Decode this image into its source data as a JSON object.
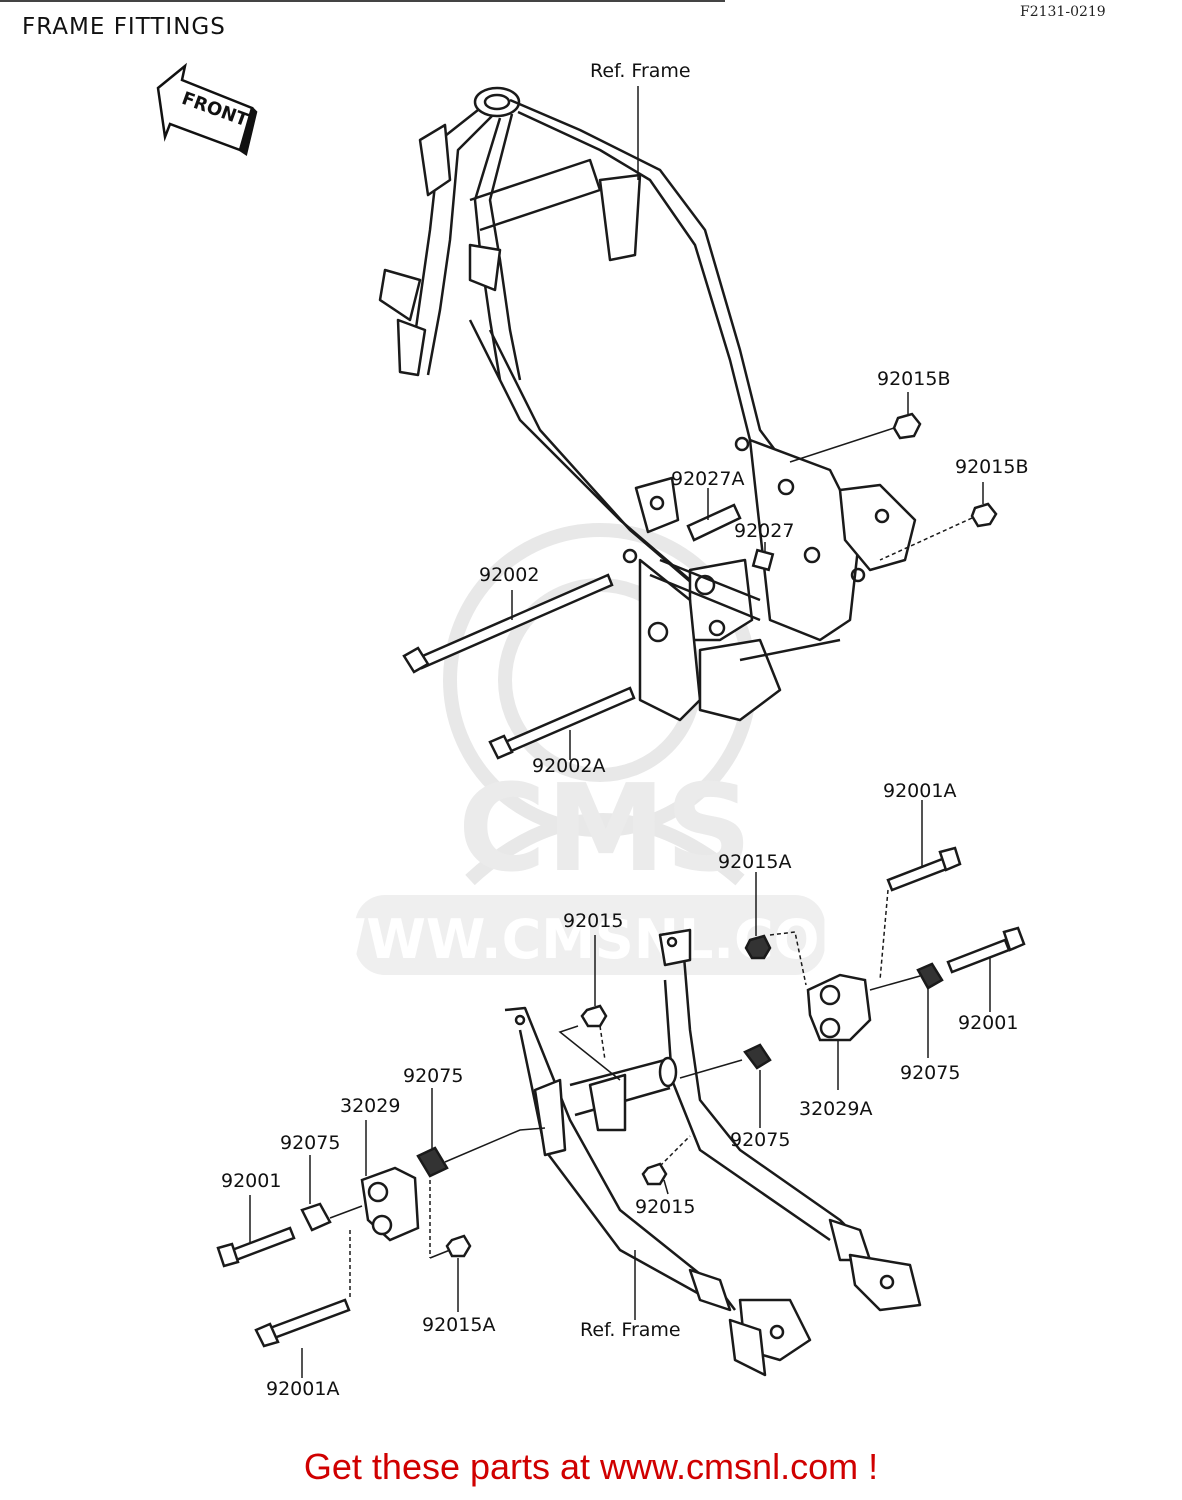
{
  "header": {
    "title": "FRAME FITTINGS",
    "diagram_code": "F2131-0219",
    "front_arrow_label": "FRONT"
  },
  "parts": [
    {
      "id": "ref-frame-upper",
      "label": "Ref. Frame"
    },
    {
      "id": "p92015b-1",
      "label": "92015B"
    },
    {
      "id": "p92015b-2",
      "label": "92015B"
    },
    {
      "id": "p92027a",
      "label": "92027A"
    },
    {
      "id": "p92027",
      "label": "92027"
    },
    {
      "id": "p92002",
      "label": "92002"
    },
    {
      "id": "p92002a",
      "label": "92002A"
    },
    {
      "id": "p92001a-1",
      "label": "92001A"
    },
    {
      "id": "p92015a-1",
      "label": "92015A"
    },
    {
      "id": "p92015-1",
      "label": "92015"
    },
    {
      "id": "p92001-1",
      "label": "92001"
    },
    {
      "id": "p92075-1",
      "label": "92075"
    },
    {
      "id": "p32029a",
      "label": "32029A"
    },
    {
      "id": "p92075-2",
      "label": "92075"
    },
    {
      "id": "p92075-3",
      "label": "92075"
    },
    {
      "id": "p32029",
      "label": "32029"
    },
    {
      "id": "p92075-4",
      "label": "92075"
    },
    {
      "id": "p92001-2",
      "label": "92001"
    },
    {
      "id": "p92015-2",
      "label": "92015"
    },
    {
      "id": "p92015a-2",
      "label": "92015A"
    },
    {
      "id": "ref-frame-lower",
      "label": "Ref. Frame"
    },
    {
      "id": "p92001a-2",
      "label": "92001A"
    }
  ],
  "watermark": {
    "brand": "CMS",
    "url": "WWW.CMSNL.COM"
  },
  "footer": {
    "text": "Get these parts at www.cmsnl.com !"
  },
  "colors": {
    "line": "#1a1a1a",
    "footer": "#d00000",
    "watermark": "#e6e6e6"
  }
}
